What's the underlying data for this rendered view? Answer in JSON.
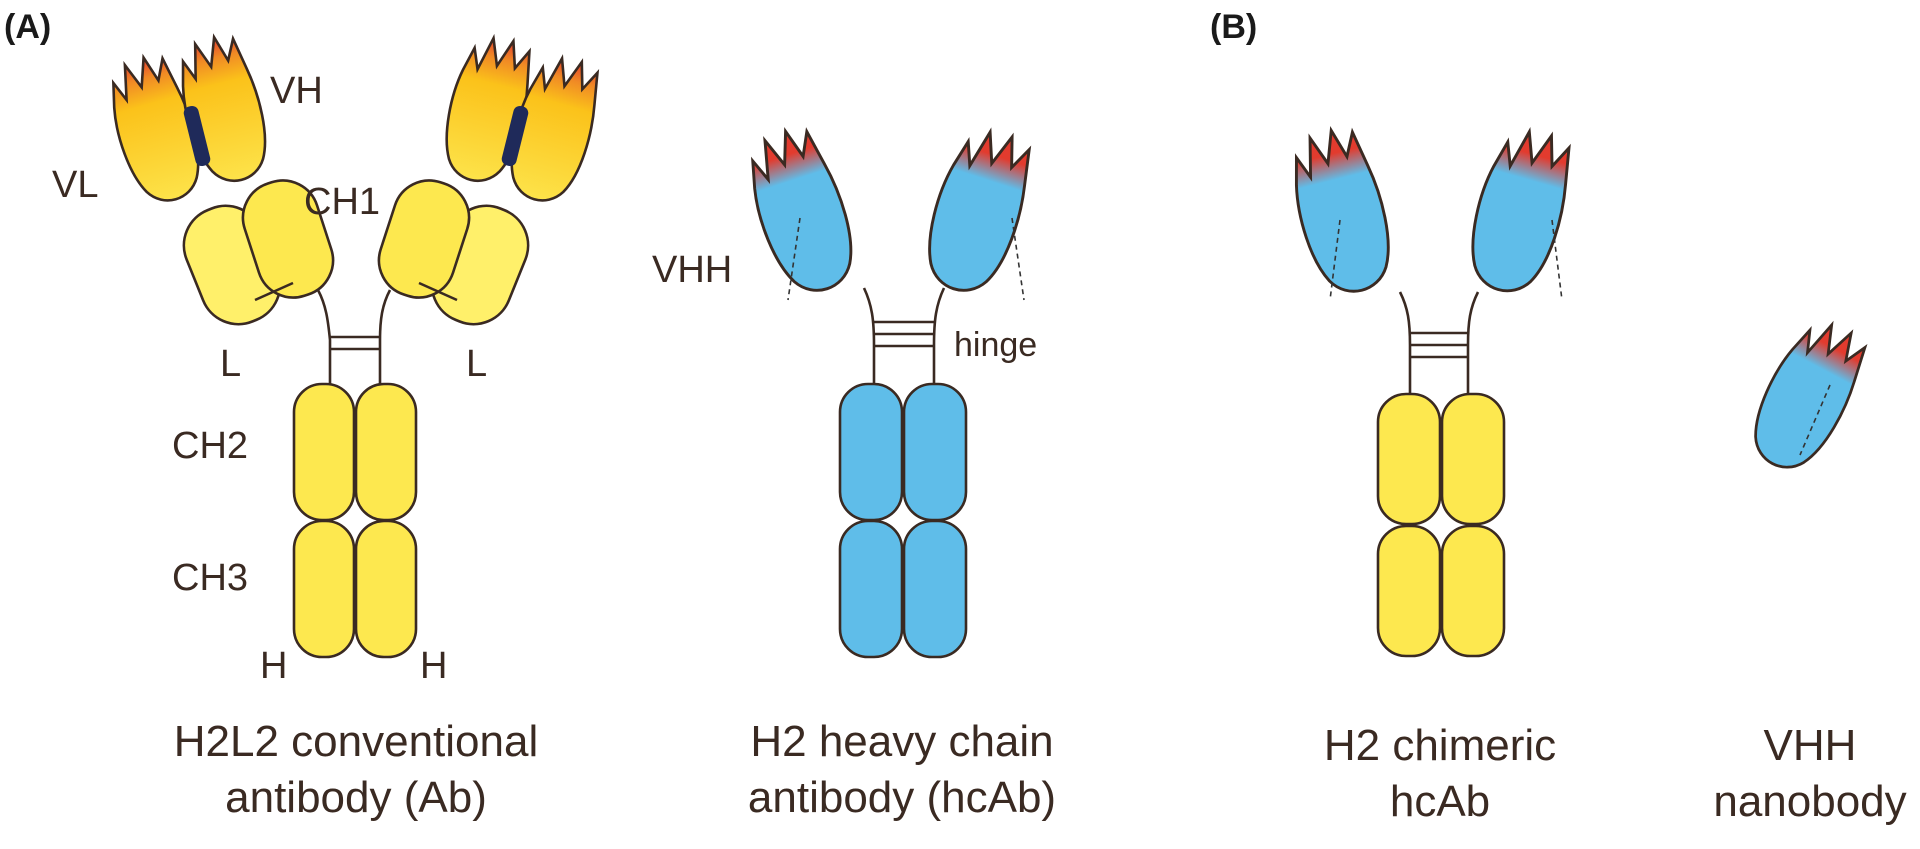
{
  "panels": {
    "a": "(A)",
    "b": "(B)"
  },
  "labels": {
    "vh": "VH",
    "vl": "VL",
    "ch1": "CH1",
    "l_left": "L",
    "l_right": "L",
    "ch2": "CH2",
    "ch3": "CH3",
    "h_left": "H",
    "h_right": "H",
    "vhh": "VHH",
    "hinge": "hinge"
  },
  "captions": {
    "conventional": [
      "H2L2 conventional",
      "antibody (Ab)"
    ],
    "hcab": [
      "H2 heavy chain",
      "antibody (hcAb)"
    ],
    "chimeric": [
      "H2 chimeric",
      "hcAb"
    ],
    "nanobody": [
      "VHH",
      "nanobody"
    ]
  },
  "colors": {
    "constant_yellow": "#fde84f",
    "variable_orange": "#fbc21a",
    "cdr_red": "#e23b2e",
    "vhh_blue": "#5fbde9",
    "light_chain_yellow": "#fff06a",
    "interface_navy": "#1f2a5a",
    "outline": "#3a2a22"
  }
}
